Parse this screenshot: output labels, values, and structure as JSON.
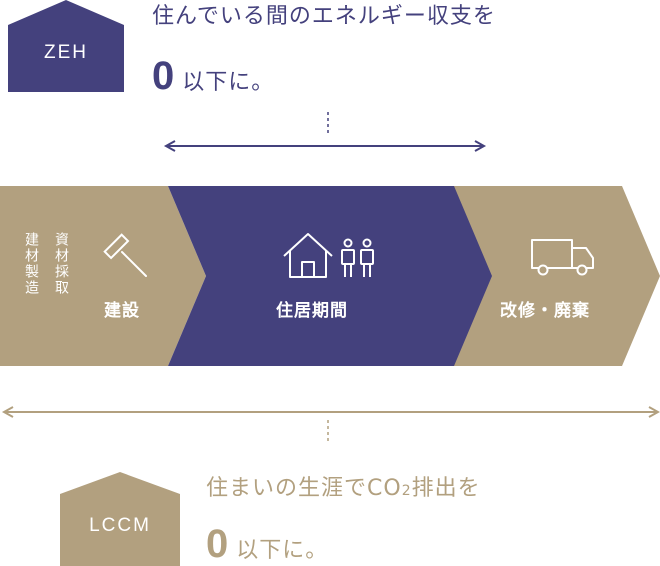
{
  "colors": {
    "navy": "#44417d",
    "tan": "#b2a07f",
    "white": "#ffffff"
  },
  "zeh": {
    "badge": "ZEH",
    "line1": "住んでいる間のエネルギー収支を",
    "zero": "0",
    "line2": "以下に。"
  },
  "stages": {
    "materials": {
      "col1": "建材製造",
      "col2": "資材採取"
    },
    "construction": {
      "label": "建設",
      "icon": "hammer-icon"
    },
    "residence": {
      "label": "住居期間",
      "icons": [
        "house-icon",
        "people-icon"
      ]
    },
    "renovation": {
      "label": "改修・廃棄",
      "icon": "truck-icon"
    }
  },
  "lccm": {
    "badge": "LCCM",
    "line1_a": "住まいの生涯でCO",
    "line1_sub": "2",
    "line1_b": "排出を",
    "zero": "0",
    "line2": "以下に。"
  }
}
